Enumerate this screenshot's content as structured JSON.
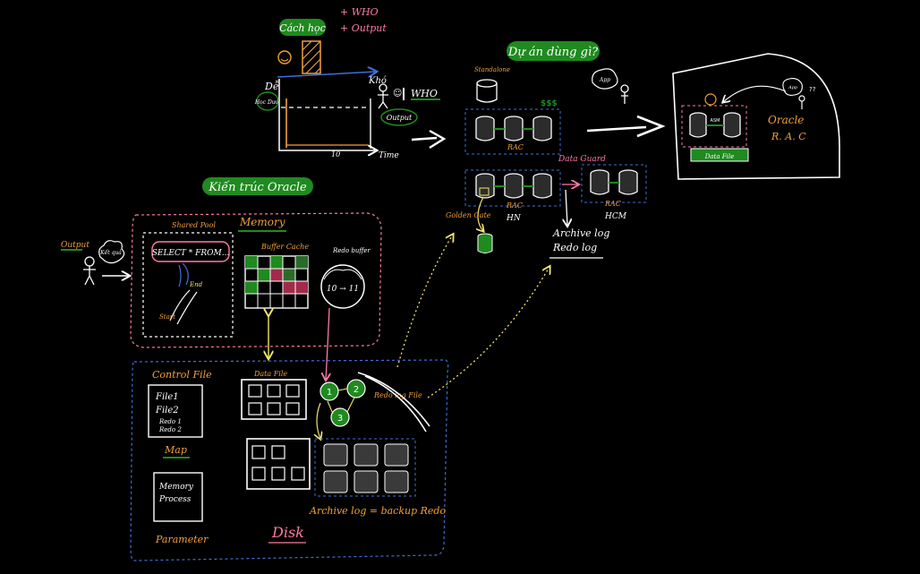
{
  "colors": {
    "background": "#000000",
    "white": "#ffffff",
    "orange": "#f2a03a",
    "pink": "#ff7aa8",
    "yellow": "#f3e56a",
    "green_highlight": "#1f8a1f",
    "blue": "#3f6fd8",
    "teal": "#1d6f7a"
  },
  "icons": [
    "stick-figure-icon",
    "database-cylinder-icon",
    "thought-bubble-icon",
    "arrow-icon"
  ],
  "top_graph": {
    "banner": "Cách học",
    "plus_items": [
      "+ WHO",
      "+ Output"
    ],
    "y_low": "Dễ",
    "y_mid": "Khó",
    "mid_tag": "Học Dưới",
    "axis_x_label": "Time",
    "tick": "10",
    "who_label": "WHO",
    "output_oval": "Output"
  },
  "oracle_arch": {
    "banner": "Kiến trúc Oracle",
    "output_label": "Output",
    "bubble_text": "Kết quả",
    "shared_pool": "Shared Pool",
    "memory": "Memory",
    "buffer_cache": "Buffer Cache",
    "redo_buffer": "Redo buffer",
    "redo_range": "10 → 11",
    "select_text": "SELECT * FROM...",
    "end_label": "End",
    "start_label": "Start",
    "control_file": "Control File",
    "file_lines": [
      "File1",
      "File2",
      "Redo 1",
      "Redo 2"
    ],
    "map": "Map",
    "memory_process": [
      "Memory",
      "Process"
    ],
    "parameter": "Parameter",
    "disk": "Disk",
    "data_file": "Data File",
    "redo_log_file": "Redo log File",
    "redo_groups": [
      "1",
      "2",
      "3"
    ],
    "archive_caption": "Archive log = backup Redo"
  },
  "project_section": {
    "banner": "Dự án dùng gì?",
    "standalone": "Standalone",
    "money": "$$$",
    "rac": "RAC",
    "hn": "HN",
    "hcm": "HCM",
    "data_guard": "Data Guard",
    "golden_gate": "Golden Gate",
    "archive_log": "Archive log",
    "redo_log": "Redo log",
    "bubble_text": "App"
  },
  "rac_panel": {
    "title": [
      "Oracle",
      "R. A. C"
    ],
    "asm_label": "ASM",
    "file_box": "Data File",
    "bubble_text": "App",
    "qq": "??"
  }
}
